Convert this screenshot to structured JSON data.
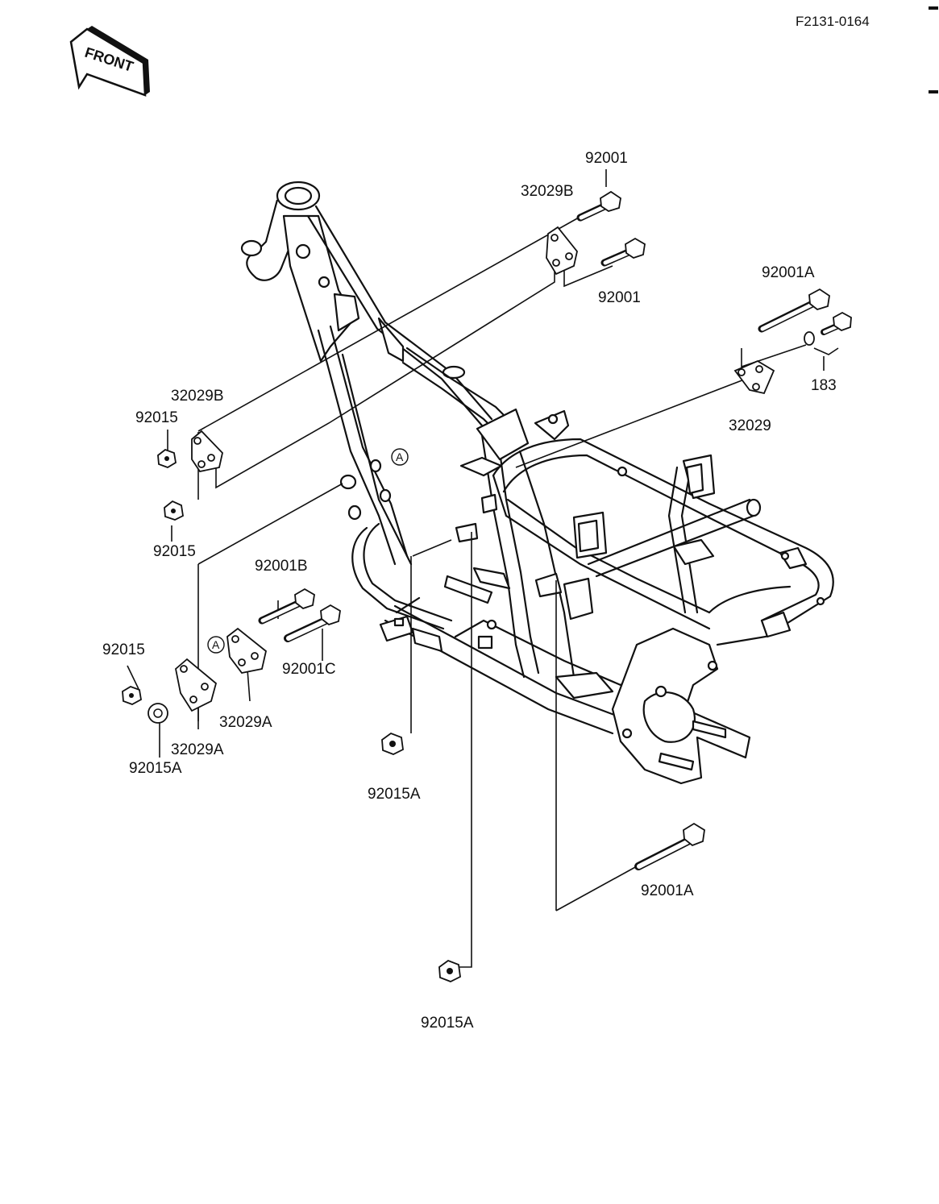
{
  "doc_ref": "F2131-0164",
  "front_tag": "FRONT",
  "ref_mark": "A",
  "labels": {
    "l_92001_top": "92001",
    "l_32029B_top": "32029B",
    "l_92001_mid": "92001",
    "l_92001A_top": "92001A",
    "l_183": "183",
    "l_32029_right": "32029",
    "l_32029B_left": "32029B",
    "l_92015_upper": "92015",
    "l_92015_mid": "92015",
    "l_92001B": "92001B",
    "l_92015_lower": "92015",
    "l_92001C": "92001C",
    "l_32029A_upper": "32029A",
    "l_32029A_lower": "32029A",
    "l_92015A_left": "92015A",
    "l_92015A_center": "92015A",
    "l_92001A_bottom": "92001A",
    "l_92015A_bottom": "92015A"
  }
}
